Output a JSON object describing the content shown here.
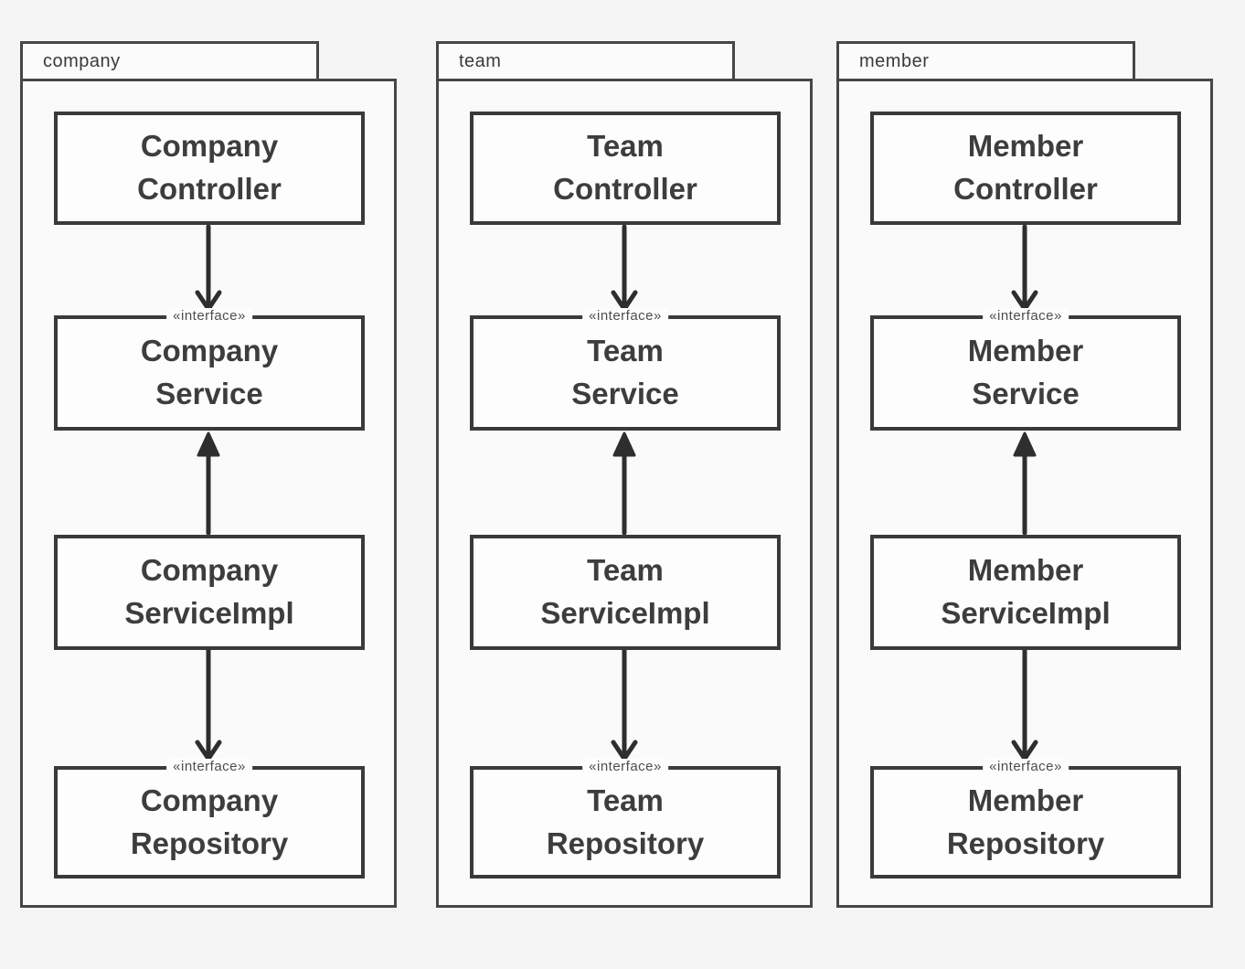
{
  "diagram": {
    "type": "uml-package-diagram",
    "description": "Three-layer architecture per domain package: Controller depends on Service interface, ServiceImpl realizes Service and depends on Repository interface",
    "colors": {
      "background": "#f5f5f6",
      "package_fill": "#fafafa",
      "node_fill": "#fdfdfd",
      "border": "#3a3a3a",
      "arrow": "#2e2e2e",
      "text": "#3d3d3d"
    },
    "packages": [
      {
        "name": "company",
        "nodes": [
          {
            "label": "Company\nController"
          },
          {
            "stereotype": "«interface»",
            "label": "Company\nService"
          },
          {
            "label": "Company\nServiceImpl"
          },
          {
            "stereotype": "«interface»",
            "label": "Company\nRepository"
          }
        ],
        "arrows": [
          {
            "from": "CompanyController",
            "to": "CompanyService",
            "direction": "down",
            "head": "open"
          },
          {
            "from": "CompanyServiceImpl",
            "to": "CompanyService",
            "direction": "up",
            "head": "filled-triangle"
          },
          {
            "from": "CompanyServiceImpl",
            "to": "CompanyRepository",
            "direction": "down",
            "head": "open"
          }
        ]
      },
      {
        "name": "team",
        "nodes": [
          {
            "label": "Team\nController"
          },
          {
            "stereotype": "«interface»",
            "label": "Team\nService"
          },
          {
            "label": "Team\nServiceImpl"
          },
          {
            "stereotype": "«interface»",
            "label": "Team\nRepository"
          }
        ],
        "arrows": [
          {
            "from": "TeamController",
            "to": "TeamService",
            "direction": "down",
            "head": "open"
          },
          {
            "from": "TeamServiceImpl",
            "to": "TeamService",
            "direction": "up",
            "head": "filled-triangle"
          },
          {
            "from": "TeamServiceImpl",
            "to": "TeamRepository",
            "direction": "down",
            "head": "open"
          }
        ]
      },
      {
        "name": "member",
        "nodes": [
          {
            "label": "Member\nController"
          },
          {
            "stereotype": "«interface»",
            "label": "Member\nService"
          },
          {
            "label": "Member\nServiceImpl"
          },
          {
            "stereotype": "«interface»",
            "label": "Member\nRepository"
          }
        ],
        "arrows": [
          {
            "from": "MemberController",
            "to": "MemberService",
            "direction": "down",
            "head": "open"
          },
          {
            "from": "MemberServiceImpl",
            "to": "MemberService",
            "direction": "up",
            "head": "filled-triangle"
          },
          {
            "from": "MemberServiceImpl",
            "to": "MemberRepository",
            "direction": "down",
            "head": "open"
          }
        ]
      }
    ]
  }
}
